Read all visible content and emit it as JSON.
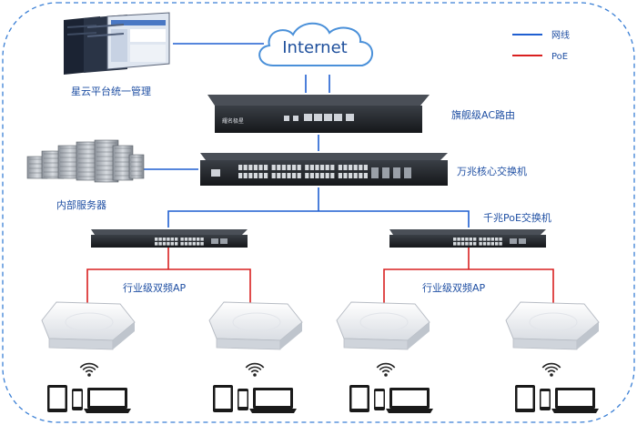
{
  "legend": {
    "network_label": "网线",
    "poe_label": "PoE",
    "network_color": "#1f5fd1",
    "poe_color": "#d92020"
  },
  "cloud": {
    "label": "Internet"
  },
  "nodes": {
    "cloud_platform": "星云平台统一管理",
    "ac_router": "旗舰级AC路由",
    "core_switch": "万兆核心交换机",
    "servers": "内部服务器",
    "poe_switch": "千兆PoE交换机",
    "ap_left": "行业级双频AP",
    "ap_right": "行业级双频AP"
  },
  "devices": {
    "router_brand": "耀名极星"
  },
  "colors": {
    "label_text": "#1f4fa3",
    "frame": "#3a7fd5",
    "device_dark": "#1f2226",
    "ap_body": "#f2f3f5"
  },
  "icons": {
    "cloud": "cloud-icon",
    "monitor": "monitor-icon",
    "router": "router-icon",
    "switch": "switch-icon",
    "server": "server-rack-icon",
    "access_point": "access-point-icon",
    "wifi": "wifi-signal-icon",
    "tablet": "tablet-icon",
    "phone": "phone-icon",
    "laptop": "laptop-icon"
  }
}
